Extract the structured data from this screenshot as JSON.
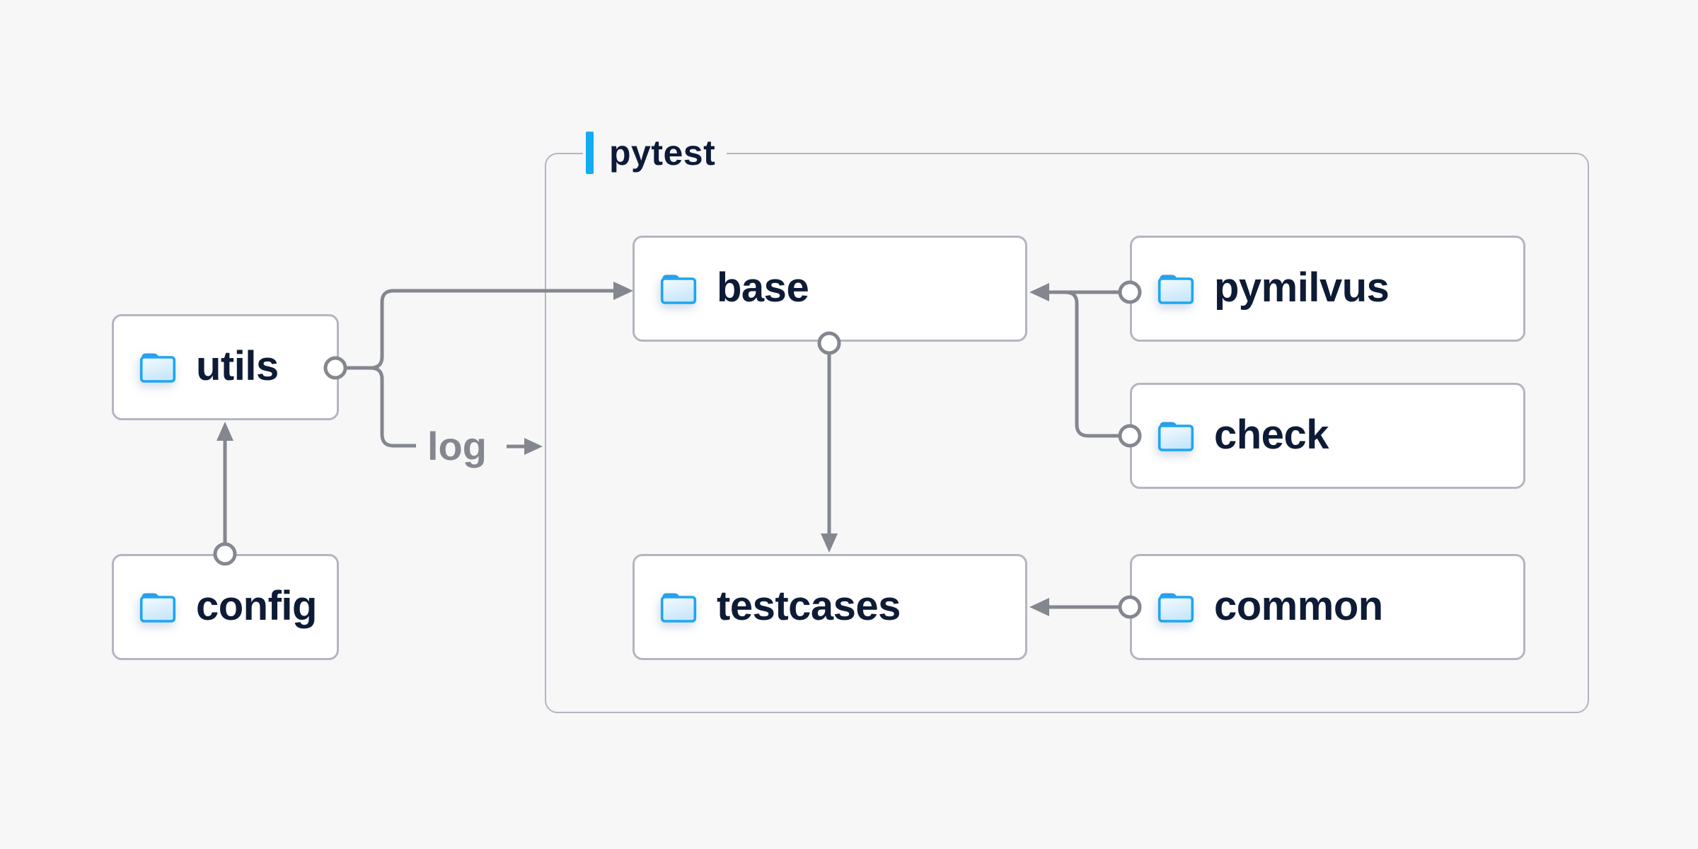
{
  "group": {
    "label": "pytest"
  },
  "nodes": {
    "utils": {
      "label": "utils"
    },
    "config": {
      "label": "config"
    },
    "base": {
      "label": "base"
    },
    "pymilvus": {
      "label": "pymilvus"
    },
    "check": {
      "label": "check"
    },
    "testcases": {
      "label": "testcases"
    },
    "common": {
      "label": "common"
    }
  },
  "edges": {
    "log_label": "log",
    "list": [
      "config -> utils",
      "utils -> base",
      "utils -> log",
      "base -> testcases",
      "pymilvus -> base",
      "check -> base",
      "common -> testcases"
    ]
  },
  "icons": {
    "folder": "folder-icon"
  },
  "colors": {
    "background": "#f7f7f8",
    "node_fill": "#ffffff",
    "node_border": "#b3b6c1",
    "group_border": "#b3b5c2",
    "connector_gray": "#84878f",
    "text_navy": "#0e1b36",
    "accent_blue": "#13acf0",
    "folder_stroke_blue": "#1ea6f2",
    "folder_tab_blue": "#2e9ce6",
    "folder_fill_light": "#c8e7fb",
    "edge_label_gray": "#84878f"
  }
}
